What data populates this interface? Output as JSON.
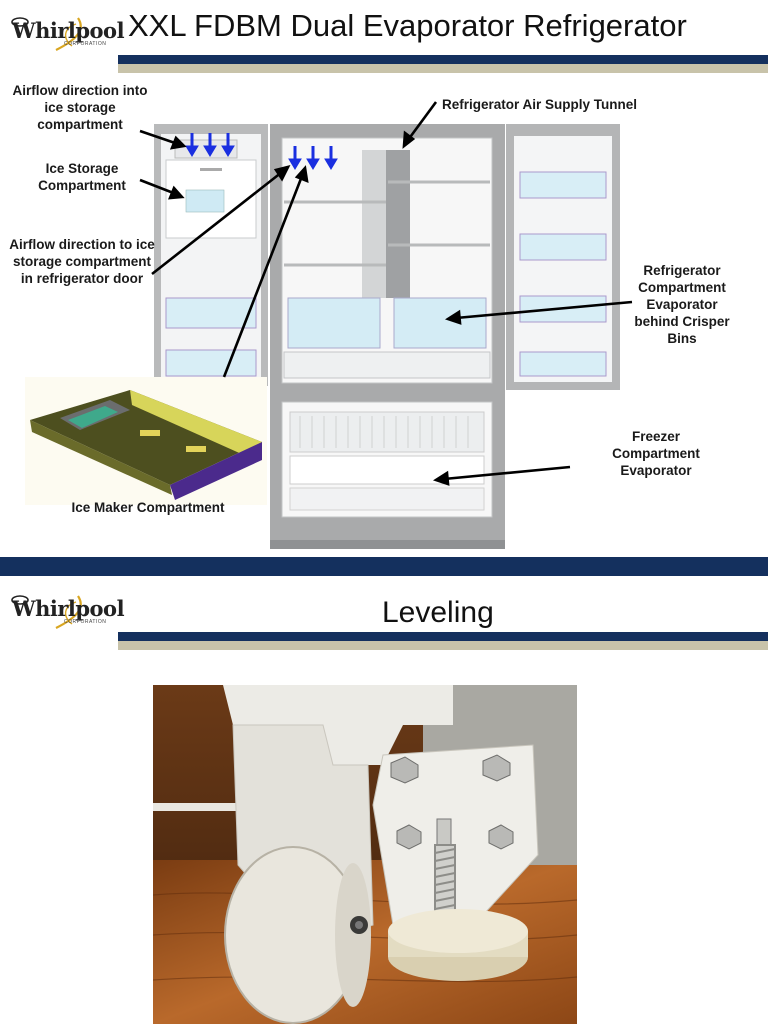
{
  "brand": {
    "name": "Whirlpool",
    "subtext": "CORPORATION"
  },
  "slide1": {
    "title": "XXL FDBM Dual Evaporator Refrigerator",
    "labels": {
      "airflow_ice_storage": "Airflow direction into ice storage compartment",
      "ice_storage": "Ice Storage Compartment",
      "airflow_door": "Airflow direction to ice storage compartment in refrigerator door",
      "air_supply_tunnel": "Refrigerator Air Supply Tunnel",
      "fridge_evaporator": "Refrigerator Compartment Evaporator behind Crisper Bins",
      "freezer_evaporator": "Freezer Compartment Evaporator",
      "ice_maker": "Ice Maker Compartment"
    },
    "icons": [
      "airflow-arrow-icon",
      "callout-arrow-icon"
    ]
  },
  "slide2": {
    "title": "Leveling",
    "photo_description_icon": "leveling-caster-photo"
  },
  "colors": {
    "navy_bar": "#14305e",
    "tan_bar": "#c8c3aa",
    "airflow_blue": "#1a2fe0",
    "logo_swoosh": "#d9a621"
  }
}
